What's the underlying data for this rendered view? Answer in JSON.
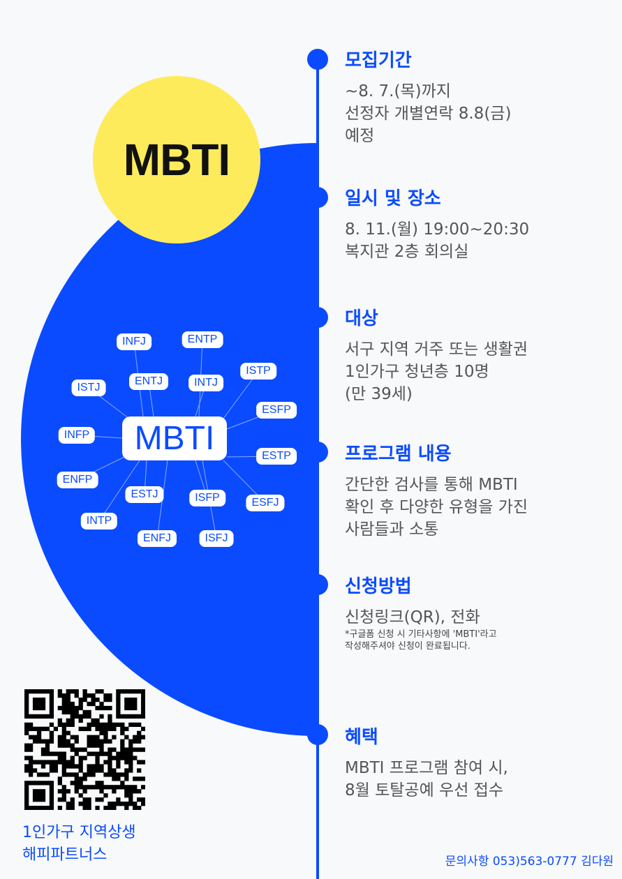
{
  "logo": "MBTI",
  "sections": [
    {
      "title": "모집기간",
      "lines": [
        "~8. 7.(목)까지",
        "선정자 개별연락 8.8(금)",
        "예정"
      ]
    },
    {
      "title": "일시 및 장소",
      "lines": [
        "8. 11.(월) 19:00~20:30",
        "복지관 2층 회의실"
      ]
    },
    {
      "title": "대상",
      "lines": [
        "서구 지역 거주 또는 생활권",
        "1인가구 청년층 10명",
        "(만 39세)"
      ]
    },
    {
      "title": "프로그램 내용",
      "lines": [
        "간단한 검사를 통해 MBTI",
        "확인 후 다양한 유형을 가진",
        "사람들과 소통"
      ]
    },
    {
      "title": "신청방법",
      "lines": [
        "신청링크(QR), 전화"
      ],
      "notes": [
        "*구글폼 신청 시 기타사항에 'MBTI'라고",
        "작성해주셔야 신청이 완료됩니다."
      ]
    },
    {
      "title": "혜택",
      "lines": [
        "MBTI 프로그램 참여 시,",
        "8월 토탈공예 우선 접수"
      ]
    }
  ],
  "diagram": {
    "center": "MBTI",
    "types": [
      "INFJ",
      "ENTP",
      "ISTP",
      "ISTJ",
      "ENTJ",
      "INTJ",
      "ESFP",
      "INFP",
      "ESTP",
      "ENFP",
      "ESTJ",
      "ISFP",
      "ESFJ",
      "INTP",
      "ENFJ",
      "ISFJ"
    ]
  },
  "organization": [
    "1인가구 지역상생",
    "해피파트너스"
  ],
  "contact": "문의사항 053)563-0777 김다원",
  "colors": {
    "blue": "#0a4bff",
    "yellow": "#feeb5b"
  }
}
